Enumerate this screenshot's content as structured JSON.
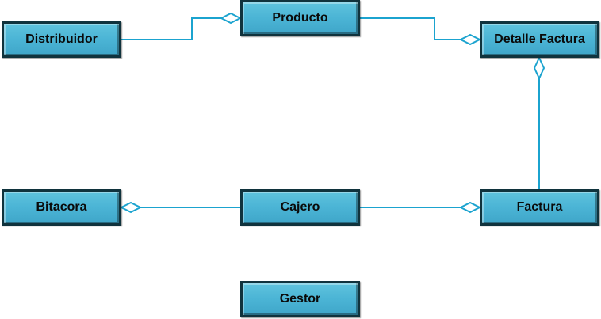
{
  "diagram": {
    "classes": {
      "distribuidor": "Distribuidor",
      "producto": "Producto",
      "detalle_factura": "Detalle Factura",
      "bitacora": "Bitacora",
      "cajero": "Cajero",
      "factura": "Factura",
      "gestor": "Gestor"
    },
    "relations": [
      {
        "from": "Distribuidor",
        "to": "Producto",
        "type": "aggregation",
        "diamond_at": "Producto"
      },
      {
        "from": "Producto",
        "to": "Detalle Factura",
        "type": "aggregation",
        "diamond_at": "Detalle Factura"
      },
      {
        "from": "Factura",
        "to": "Detalle Factura",
        "type": "aggregation",
        "diamond_at": "Detalle Factura"
      },
      {
        "from": "Cajero",
        "to": "Bitacora",
        "type": "aggregation",
        "diamond_at": "Bitacora"
      },
      {
        "from": "Cajero",
        "to": "Factura",
        "type": "aggregation",
        "diamond_at": "Factura"
      }
    ],
    "colors": {
      "box_fill": "#4bb4d5",
      "box_border": "#10333d",
      "connector": "#1ba3cf",
      "diamond_fill": "#ffffff"
    }
  }
}
